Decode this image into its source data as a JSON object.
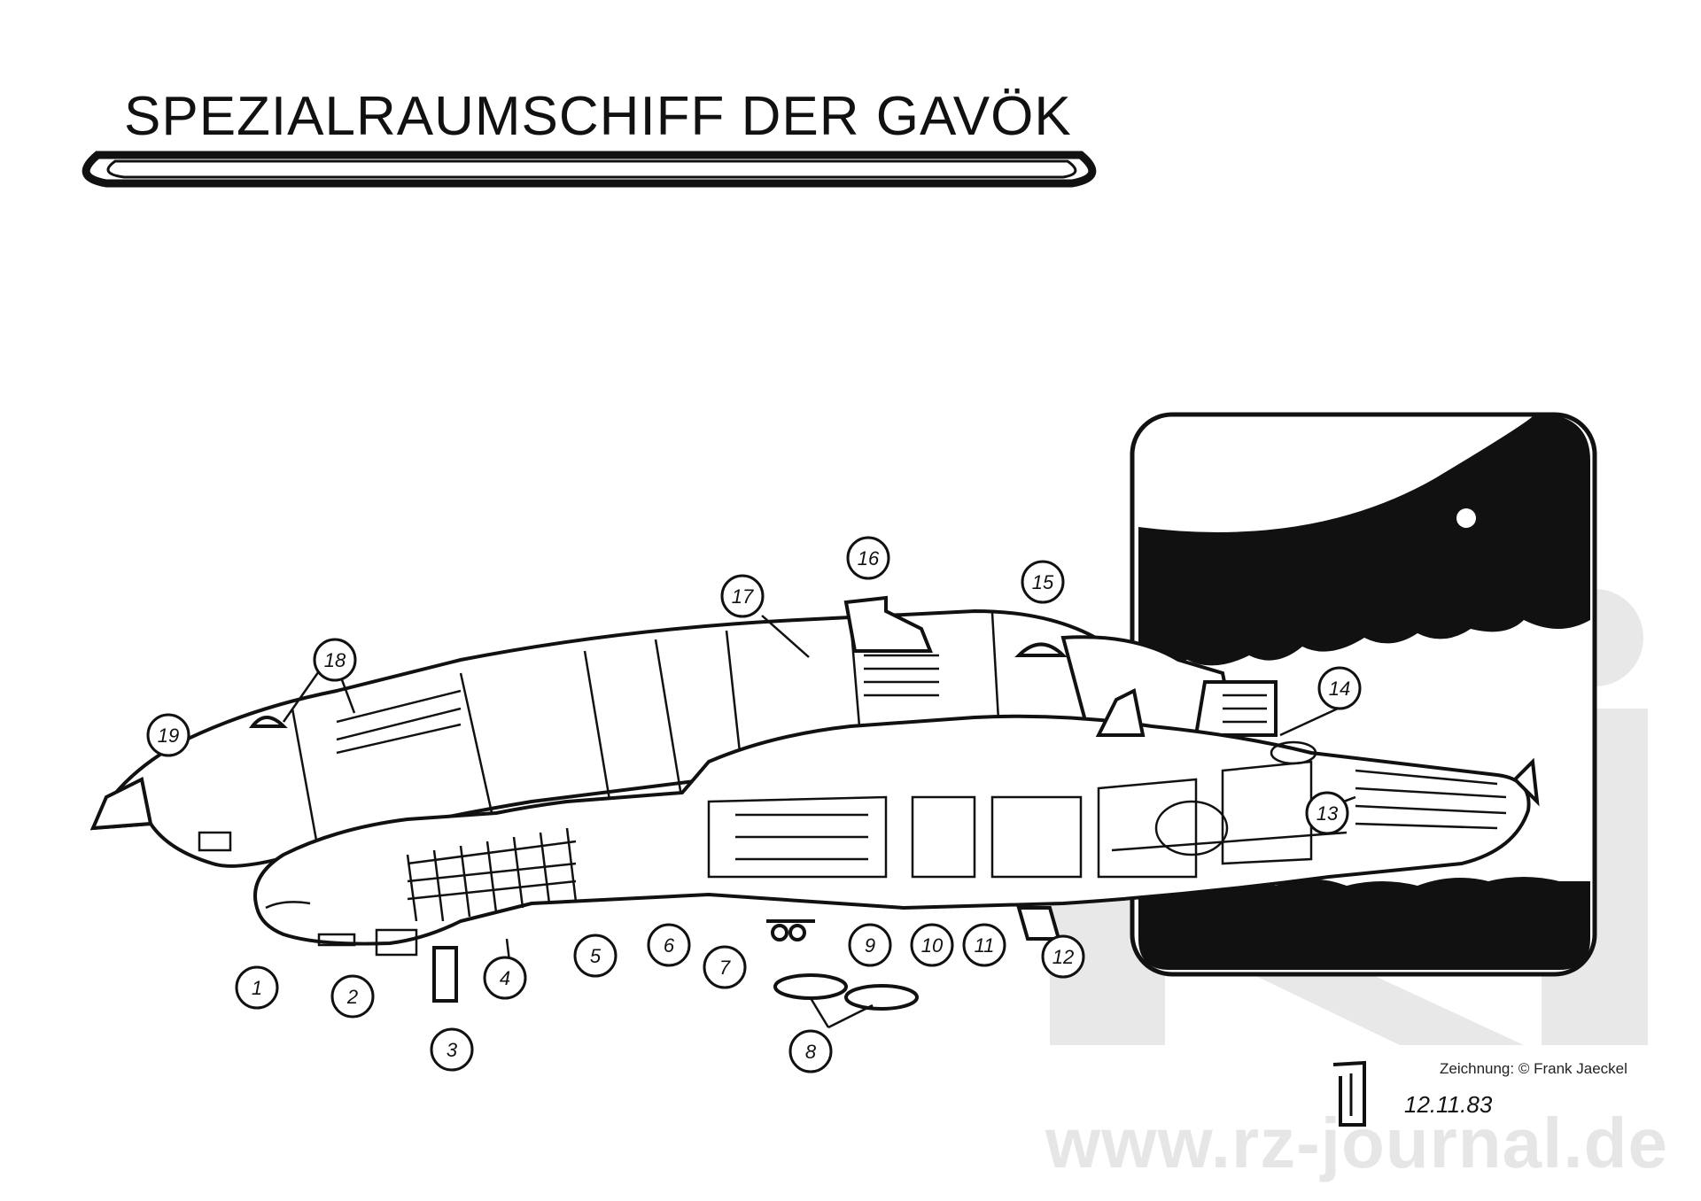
{
  "diagram": {
    "title": "SPEZIALRAUMSCHIFF DER GAVÖK",
    "labels": [
      "1",
      "2",
      "3",
      "4",
      "5",
      "6",
      "7",
      "8",
      "9",
      "10",
      "11",
      "12",
      "13",
      "14",
      "15",
      "16",
      "17",
      "18",
      "19"
    ],
    "credit": "Zeichnung: © Frank Jaeckel",
    "date": "12.11.83",
    "watermark": "www.rz-journal.de"
  },
  "colors": {
    "ink": "#111111",
    "paper": "#ffffff",
    "watermark": "#e6e6e6"
  }
}
